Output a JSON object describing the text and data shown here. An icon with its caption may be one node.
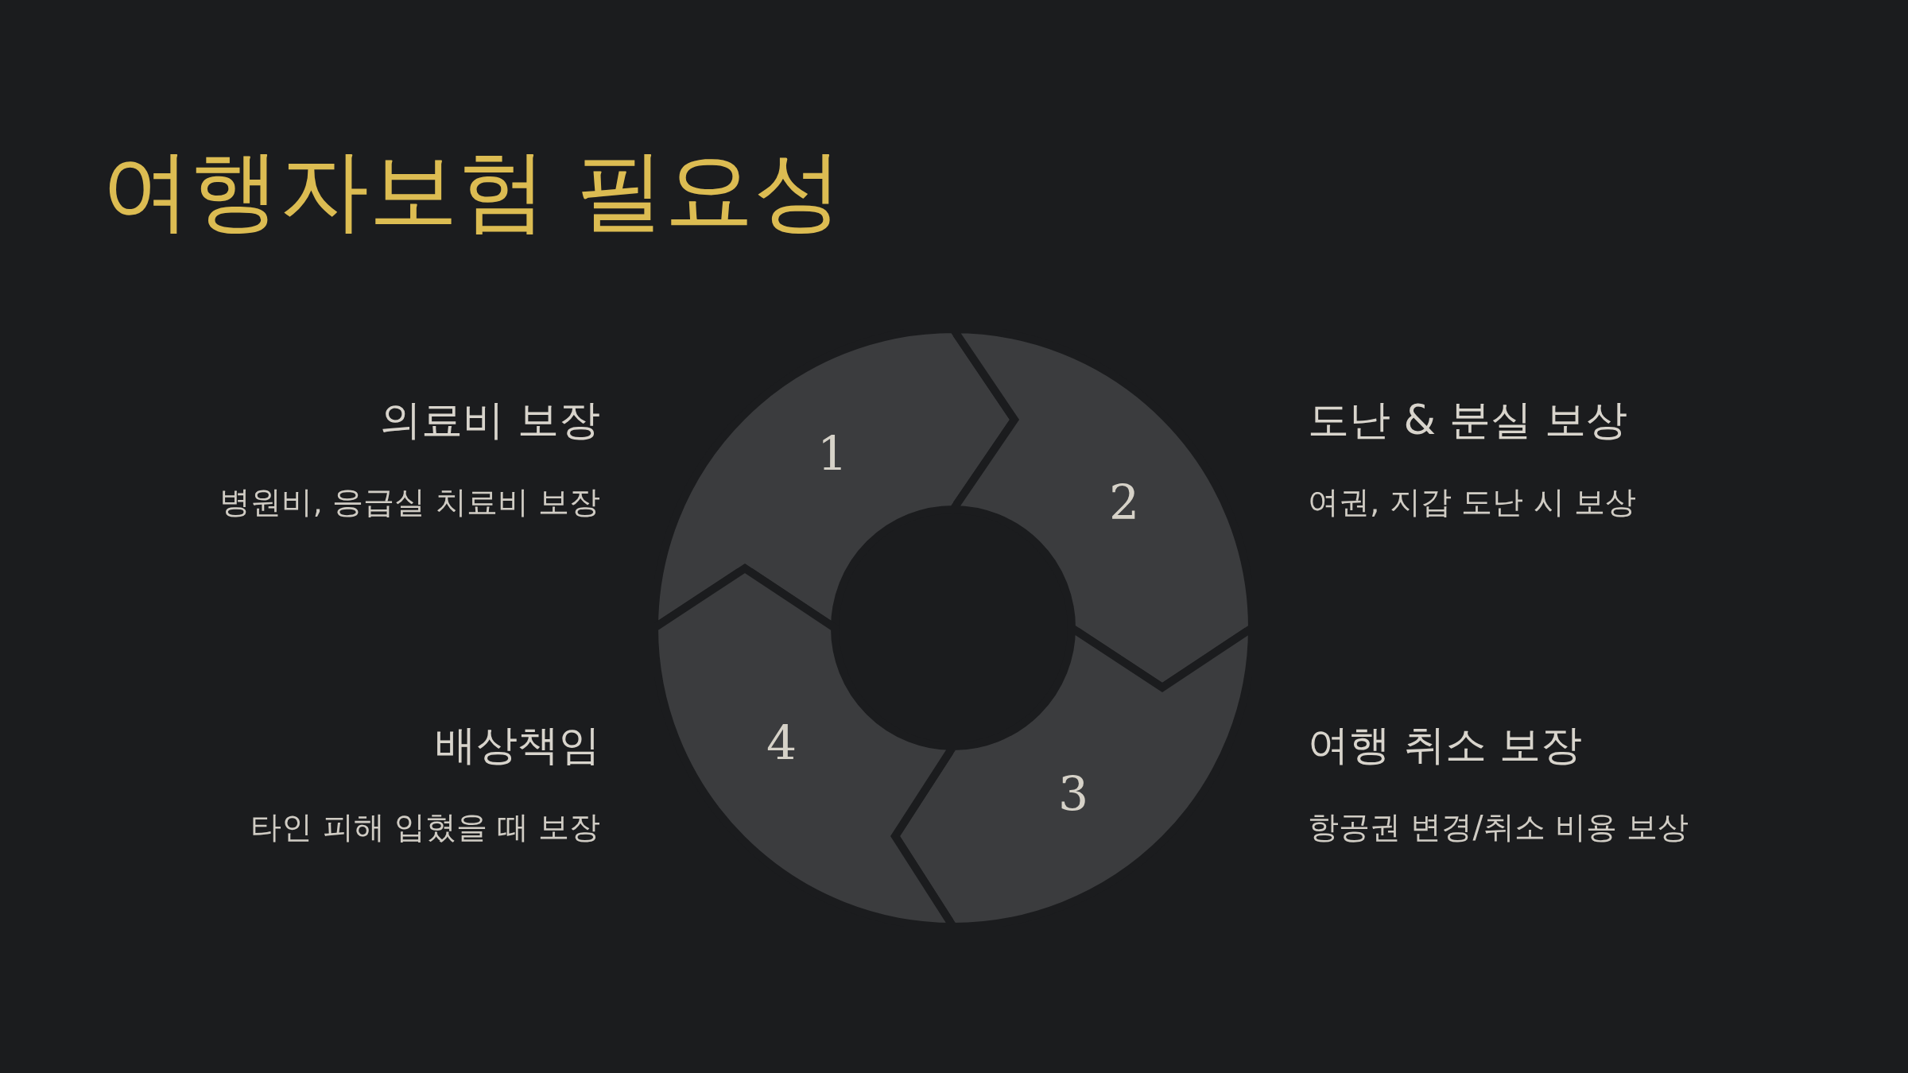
{
  "diagram": {
    "title": "여행자보험 필요성",
    "nodes": [
      {
        "text": [
          "1"
        ],
        "beside": [
          "의료비 보장",
          "병원비, 응급실 치료비 보장"
        ]
      },
      {
        "text": [
          "2"
        ],
        "beside": [
          "도난 & 분실 보상",
          "여권, 지갑 도난 시 보상"
        ]
      },
      {
        "text": [
          "3"
        ],
        "beside": [
          "여행 취소 보장",
          "항공권 변경/취소 비용 보상"
        ]
      },
      {
        "text": [
          "4"
        ],
        "beside": [
          "배상책임",
          "타인 피해 입혔을 때 보장"
        ]
      }
    ]
  }
}
